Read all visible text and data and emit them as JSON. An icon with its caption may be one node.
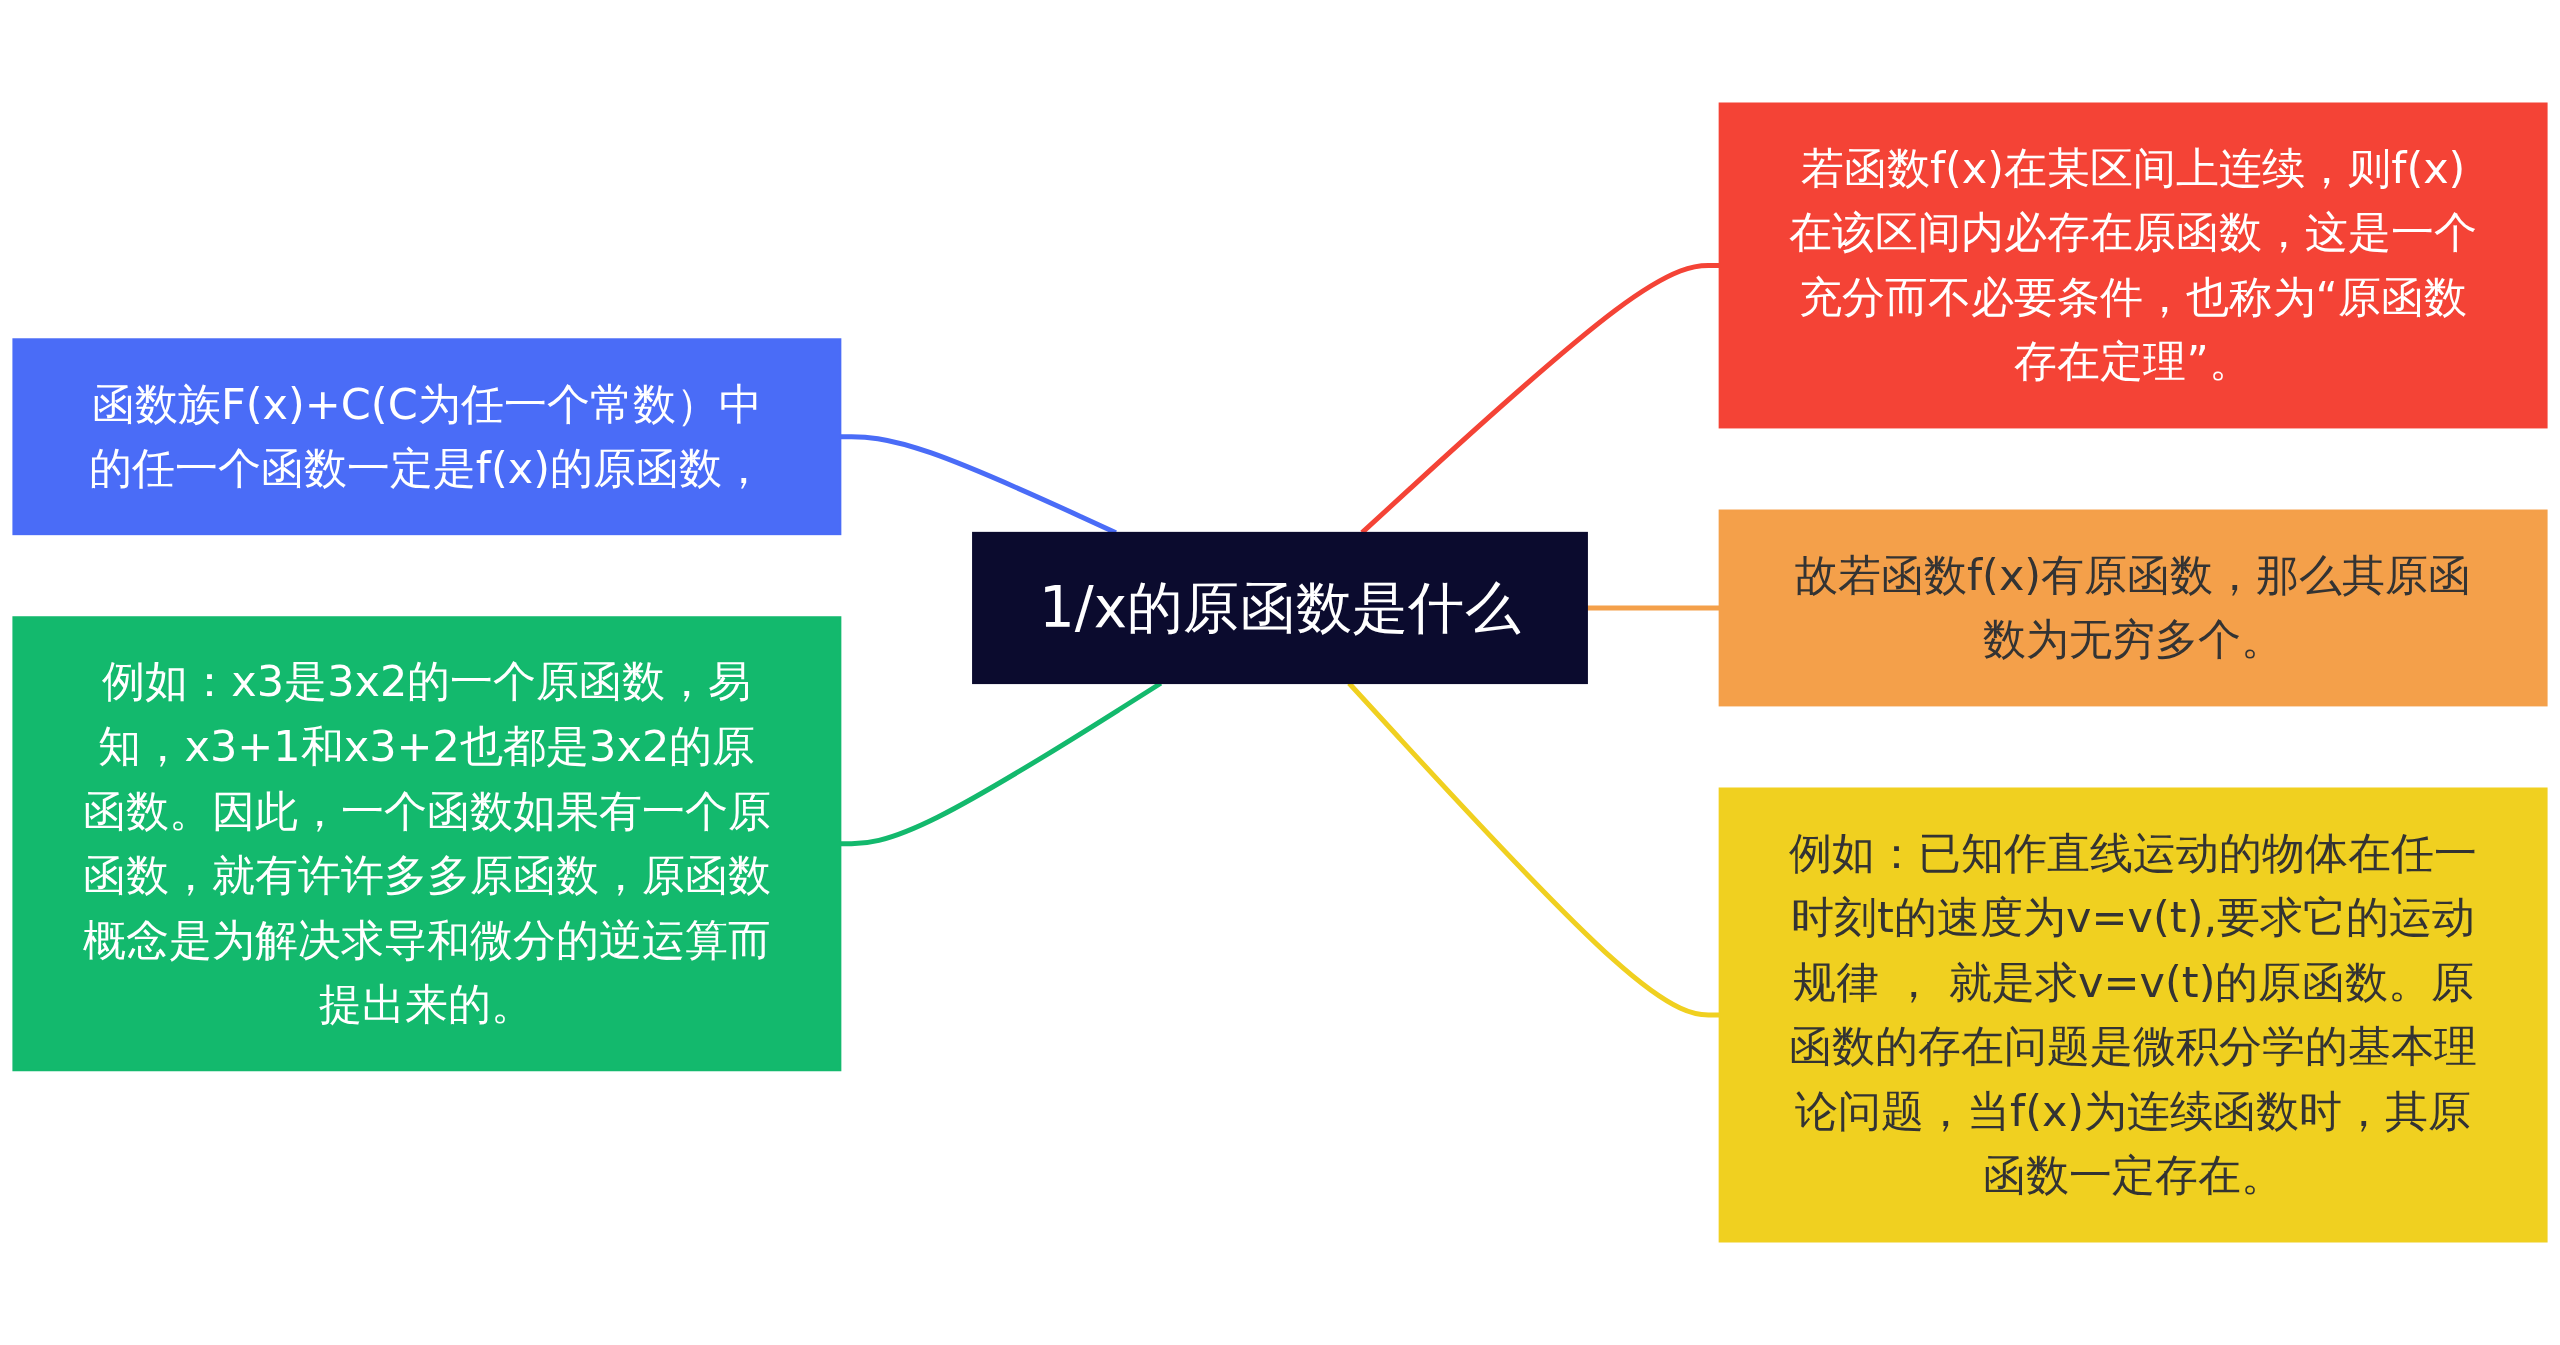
{
  "diagram": {
    "nodes": [
      {
        "text": [
          "1/x的原函数是什么"
        ]
      },
      {
        "text": [
          "函数族F(x)+C(C为任一个常数）中的任一个函数一定是f(x)的原函数，"
        ]
      },
      {
        "text": [
          "例如：x3是3x2的一个原函数，易知，x3+1和x3+2也都是3x2的原函数。因此，一个函数如果有一个原函数，就有许许多多原函数，原函数概念是为解决求导和微分的逆运算而提出来的。"
        ]
      },
      {
        "text": [
          "若函数f(x)在某区间上连续，则f(x)在该区间内必存在原函数，这是一个充分而不必要条件，也称为“原函数存在定理”。"
        ]
      },
      {
        "text": [
          "故若函数f(x)有原函数，那么其原函数为无穷多个。"
        ]
      },
      {
        "text": [
          "例如：已知作直线运动的物体在任一时刻t的速度为v=v(t),要求它的运动规律 ， 就是求v=v(t)的原函数。原函数的存在问题是微积分学的基本理论问题，当f(x)为连续函数时，其原函数一定存在。"
        ]
      }
    ],
    "edges": [
      {
        "from": 1,
        "to": 0,
        "arrow": "none",
        "color": "#4a6cf7"
      },
      {
        "from": 2,
        "to": 0,
        "arrow": "none",
        "color": "#13b96d"
      },
      {
        "from": 0,
        "to": 3,
        "arrow": "none",
        "color": "#f44336"
      },
      {
        "from": 0,
        "to": 4,
        "arrow": "none",
        "color": "#f4a04a"
      },
      {
        "from": 0,
        "to": 5,
        "arrow": "none",
        "color": "#f0d020"
      }
    ]
  }
}
